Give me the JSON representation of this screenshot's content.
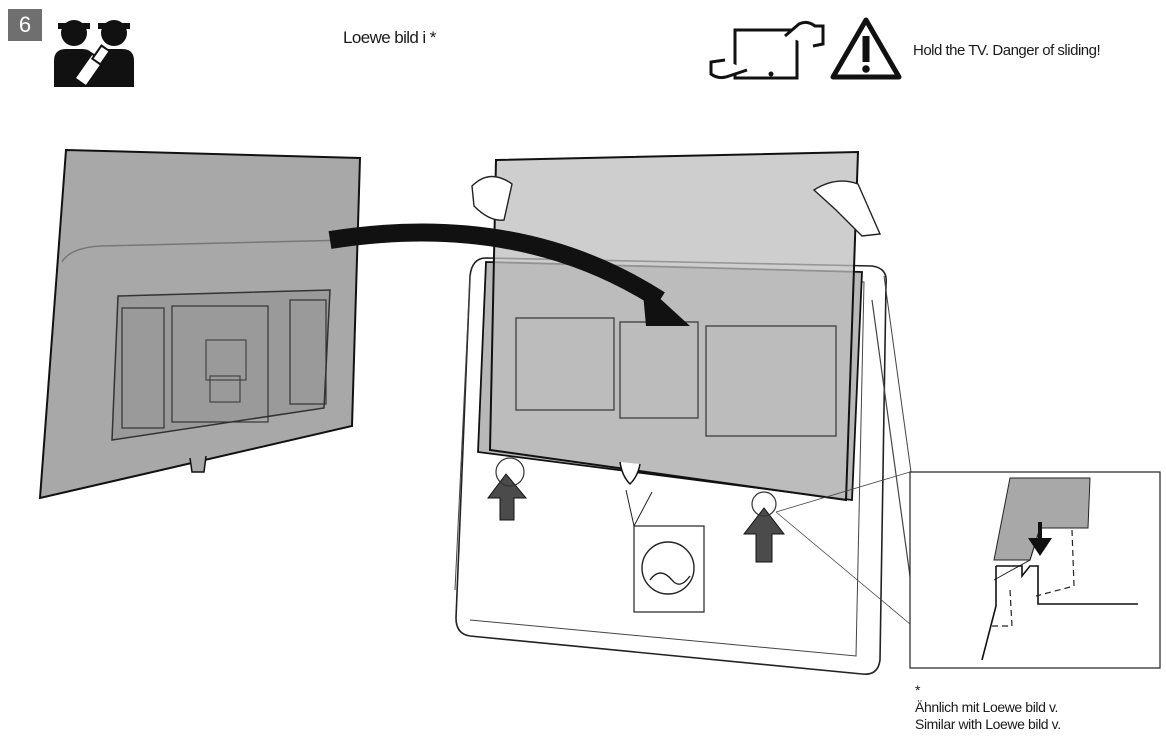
{
  "step": {
    "number": "6"
  },
  "header": {
    "model_label": "Loewe bild i *",
    "warning_text": "Hold the TV. Danger of sliding!"
  },
  "icons": {
    "people": "two-person-icon",
    "hold": "hold-tv-icon",
    "warning": "warning-triangle-icon"
  },
  "footnote": {
    "asterisk": "*",
    "line1": "Ähnlich mit Loewe bild v.",
    "line2": "Similar with Loewe bild v."
  }
}
